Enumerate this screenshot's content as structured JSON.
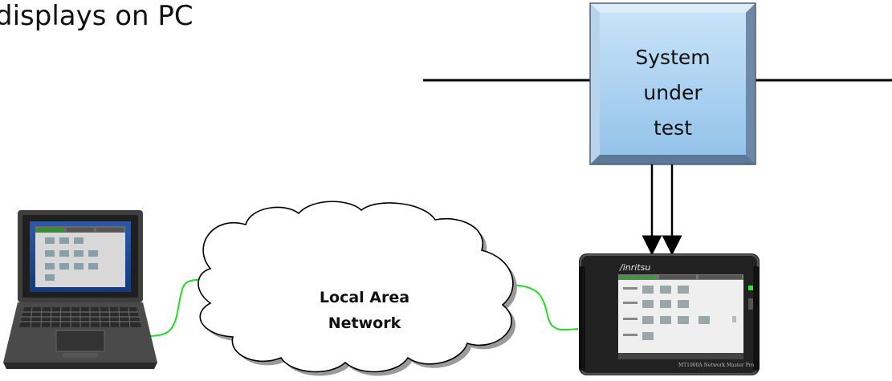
{
  "heading": "displays on PC",
  "system_under_test": {
    "lines": [
      "System",
      "under",
      "test"
    ]
  },
  "network": {
    "lines": [
      "Local Area",
      "Network"
    ]
  },
  "instrument": {
    "brand": "/inritsu",
    "model": "MT1000A Network Master Pro"
  },
  "colors": {
    "sut_fill": "#a9d2f2",
    "sut_border": "#5a6f87",
    "cable": "#22dd22",
    "line": "#000000"
  },
  "icons": [
    "laptop-icon",
    "cloud-shape",
    "network-tester-icon",
    "arrow-down-icon"
  ]
}
